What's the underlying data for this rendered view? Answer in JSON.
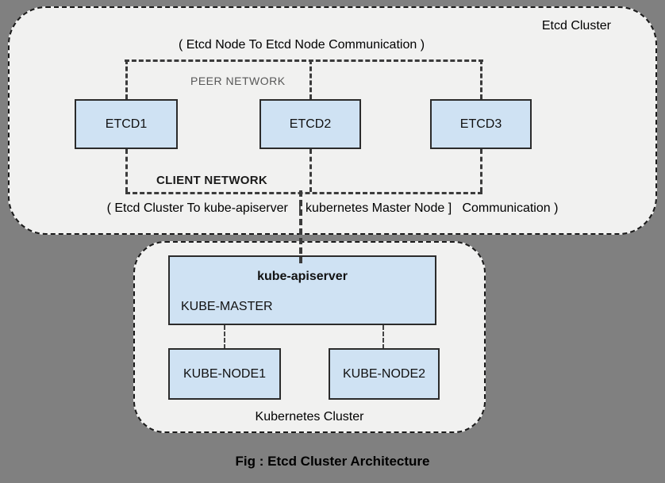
{
  "etcd_cluster": {
    "title": "Etcd Cluster",
    "top_caption": "( Etcd Node To Etcd Node Communication )",
    "peer_network_label": "PEER NETWORK",
    "client_network_label": "CLIENT NETWORK",
    "bottom_caption": "( Etcd Cluster To kube-apiserver   [ kubernetes Master Node ]   Communication )",
    "nodes": [
      {
        "label": "ETCD1"
      },
      {
        "label": "ETCD2"
      },
      {
        "label": "ETCD3"
      }
    ]
  },
  "kubernetes_cluster": {
    "title": "Kubernetes Cluster",
    "master": {
      "service": "kube-apiserver",
      "label": "KUBE-MASTER"
    },
    "nodes": [
      {
        "label": "KUBE-NODE1"
      },
      {
        "label": "KUBE-NODE2"
      }
    ]
  },
  "caption": "Fig : Etcd Cluster Architecture",
  "colors": {
    "canvas_background": "#808080",
    "cluster_fill": "#f1f1f0",
    "node_fill": "#cfe2f3",
    "node_border": "#2b2b2b",
    "connector_line": "#3b3b3b"
  }
}
